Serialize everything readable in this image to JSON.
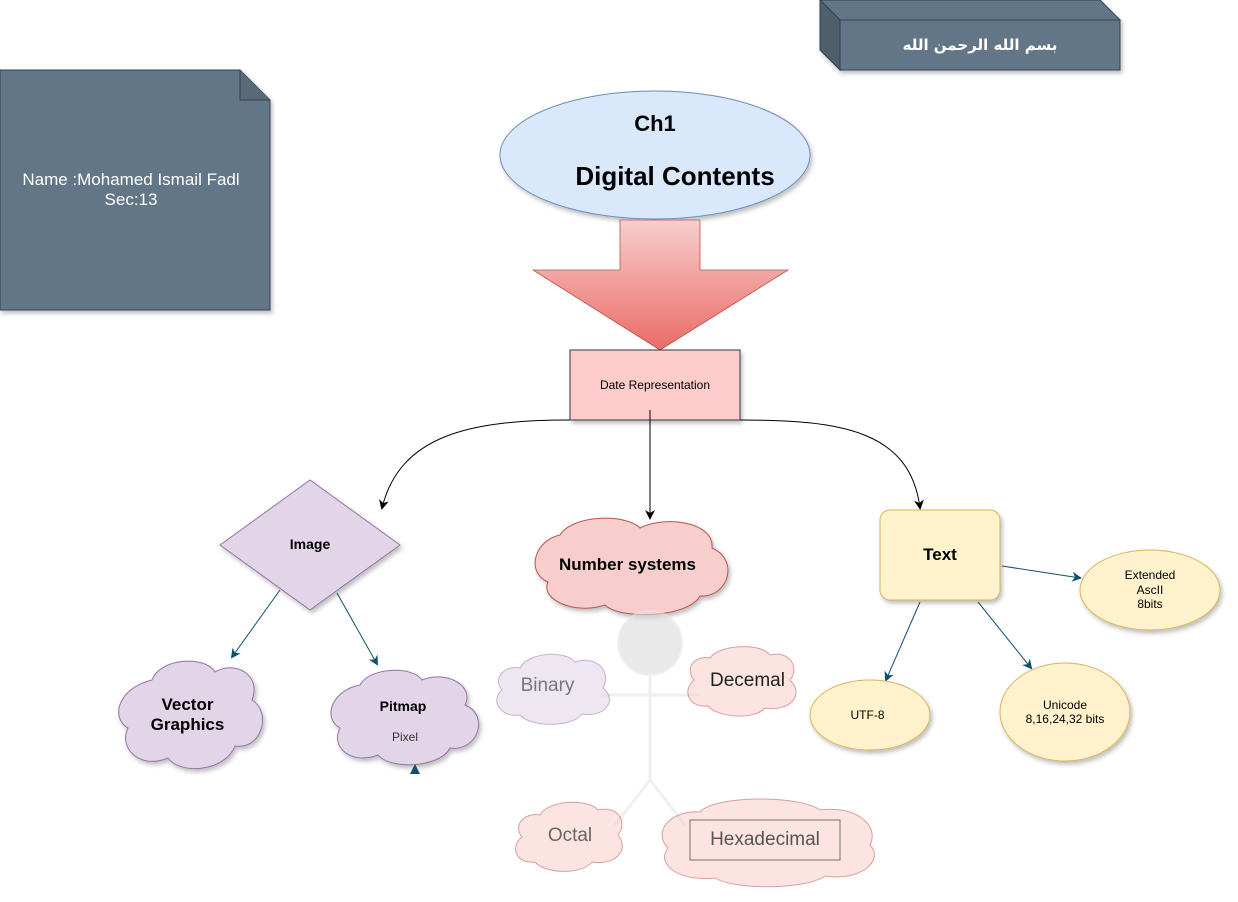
{
  "header": {
    "bismillah": "بسم الله الرحمن الله"
  },
  "student_note": {
    "name": "Name :Mohamed Ismail Fadl",
    "section": "Sec:13"
  },
  "title": {
    "chapter": "Ch1",
    "topic": "Digital Contents"
  },
  "root": {
    "label": "Date Representation"
  },
  "image_branch": {
    "label": "Image",
    "vector": {
      "line1": "Vector",
      "line2": "Graphics"
    },
    "pitmap": {
      "title": "Pitmap",
      "sub": "Pixel"
    }
  },
  "number_branch": {
    "label": "Number systems",
    "binary": "Binary",
    "decemal": "Decemal",
    "octal": "Octal",
    "hexadecimal": "Hexadecimal"
  },
  "text_branch": {
    "label": "Text",
    "extended": {
      "line1": "Extended",
      "line2": "AscII",
      "line3": "8bits"
    },
    "utf8": "UTF-8",
    "unicode": {
      "line1": "Unicode",
      "line2": "8,16,24,32 bits"
    }
  },
  "colors": {
    "slate": "#647687",
    "slate_dark": "#314354",
    "blue_fill": "#dae8fc",
    "blue_stroke": "#6c8ebf",
    "red_fill": "#f8cecc",
    "red_stroke": "#b85450",
    "purple_fill": "#e1d5e7",
    "purple_stroke": "#9673a6",
    "yellow_fill": "#fff2cc",
    "yellow_stroke": "#d6b656",
    "teal_arrow": "#10506e"
  }
}
